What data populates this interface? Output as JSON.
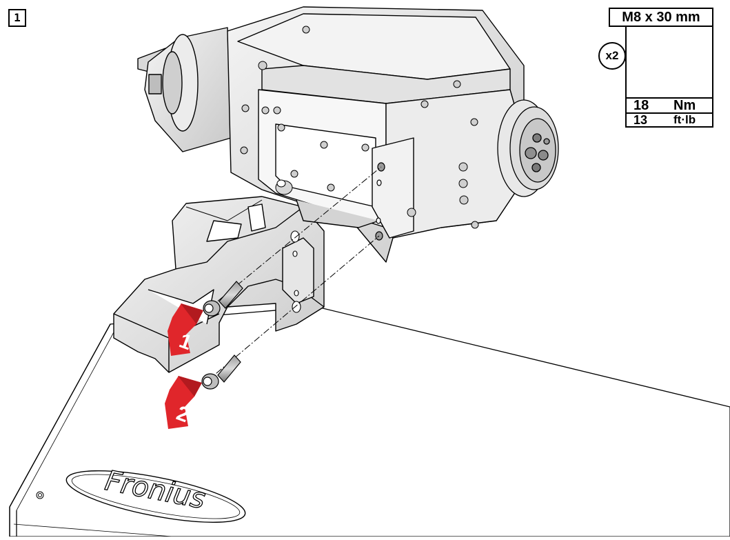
{
  "step": {
    "number": "1"
  },
  "spec": {
    "screw": "M8 x 30 mm",
    "quantity": "x2",
    "torque_nm_value": "18",
    "torque_nm_unit": "Nm",
    "torque_ftlb_value": "13",
    "torque_ftlb_unit": "ft·lb"
  },
  "callouts": [
    {
      "number": "1"
    },
    {
      "number": "2"
    }
  ],
  "brand": {
    "logo_text": "Fronius"
  },
  "colors": {
    "arrow": "#e0262b",
    "arrow_dark": "#b21a1f",
    "line": "#000000"
  }
}
